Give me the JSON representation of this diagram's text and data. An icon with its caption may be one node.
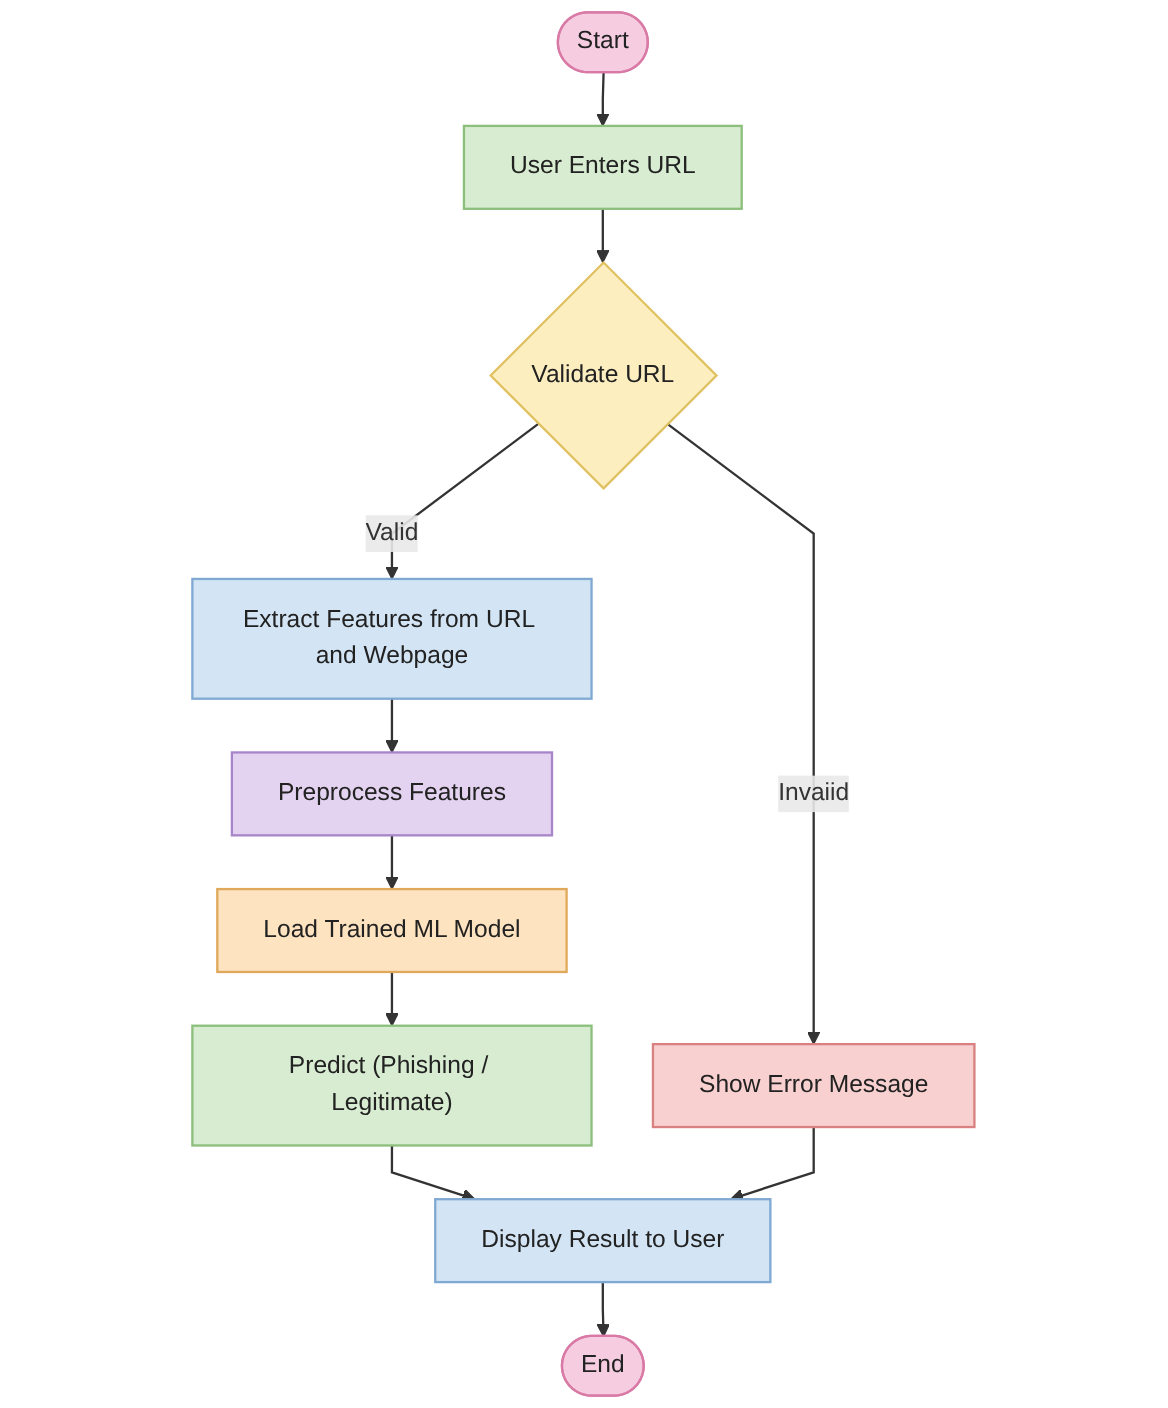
{
  "diagram": {
    "nodes": [
      {
        "text": [
          "Start"
        ]
      },
      {
        "text": [
          "User Enters URL"
        ]
      },
      {
        "text": [
          "Validate URL"
        ]
      },
      {
        "text": [
          "Show Error Message"
        ]
      },
      {
        "text": [
          "Extract Features from URL and Webpage"
        ]
      },
      {
        "text": [
          "Preprocess Features"
        ]
      },
      {
        "text": [
          "Load Trained ML Model"
        ]
      },
      {
        "text": [
          "Predict (Phishing / Legitimate)"
        ]
      },
      {
        "text": [
          "Display Result to User"
        ]
      },
      {
        "text": [
          "End"
        ]
      }
    ],
    "edges": [
      {
        "from": 0,
        "to": 1,
        "arrow": "to"
      },
      {
        "from": 1,
        "to": 2,
        "arrow": "to"
      },
      {
        "from": 2,
        "to": 3,
        "arrow": "to",
        "label": "Invaiid"
      },
      {
        "from": 2,
        "to": 4,
        "arrow": "to",
        "label": "Valid"
      },
      {
        "from": 4,
        "to": 5,
        "arrow": "to"
      },
      {
        "from": 5,
        "to": 6,
        "arrow": "to"
      },
      {
        "from": 6,
        "to": 7,
        "arrow": "to"
      },
      {
        "from": 7,
        "to": 8,
        "arrow": "to"
      },
      {
        "from": 3,
        "to": 8,
        "arrow": "to"
      },
      {
        "from": 8,
        "to": 9,
        "arrow": "to"
      }
    ]
  }
}
